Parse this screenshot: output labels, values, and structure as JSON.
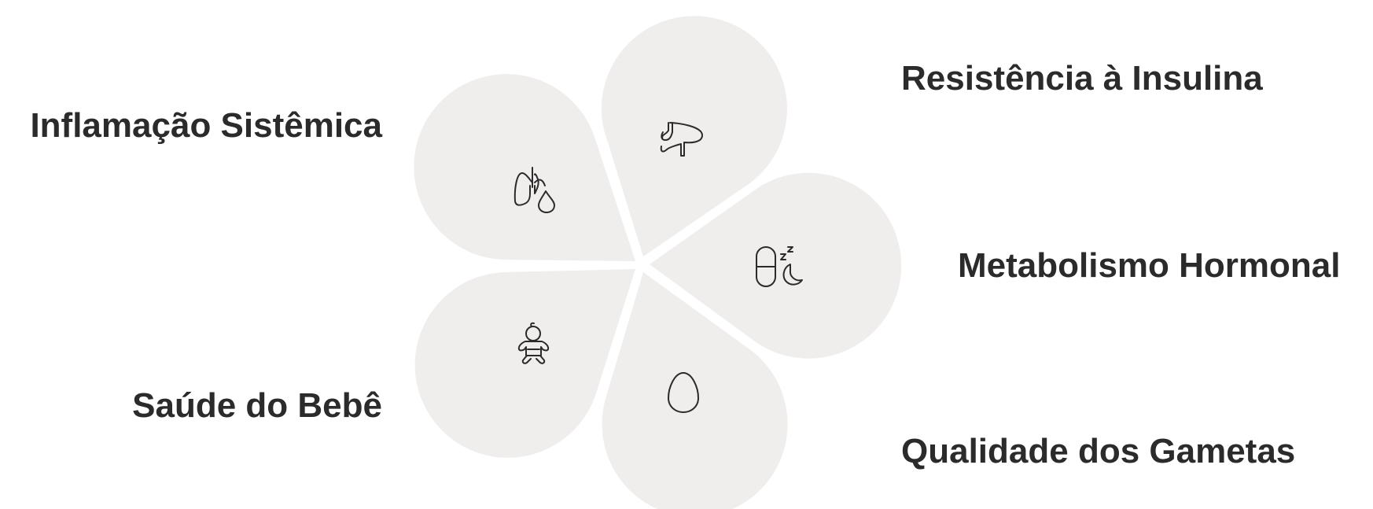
{
  "diagram": {
    "colors": {
      "petal": "#f0eded",
      "text": "#2b2b2b",
      "background": "#ffffff"
    },
    "segments": [
      {
        "label": "Inflamação Sistêmica",
        "icon": "lungs-drop-icon"
      },
      {
        "label": "Resistência à Insulina",
        "icon": "pancreas-icon"
      },
      {
        "label": "Metabolismo Hormonal",
        "icon": "capsule-moon-sleep-icon"
      },
      {
        "label": "Qualidade dos Gametas",
        "icon": "egg-icon"
      },
      {
        "label": "Saúde do Bebê",
        "icon": "baby-icon"
      }
    ]
  }
}
